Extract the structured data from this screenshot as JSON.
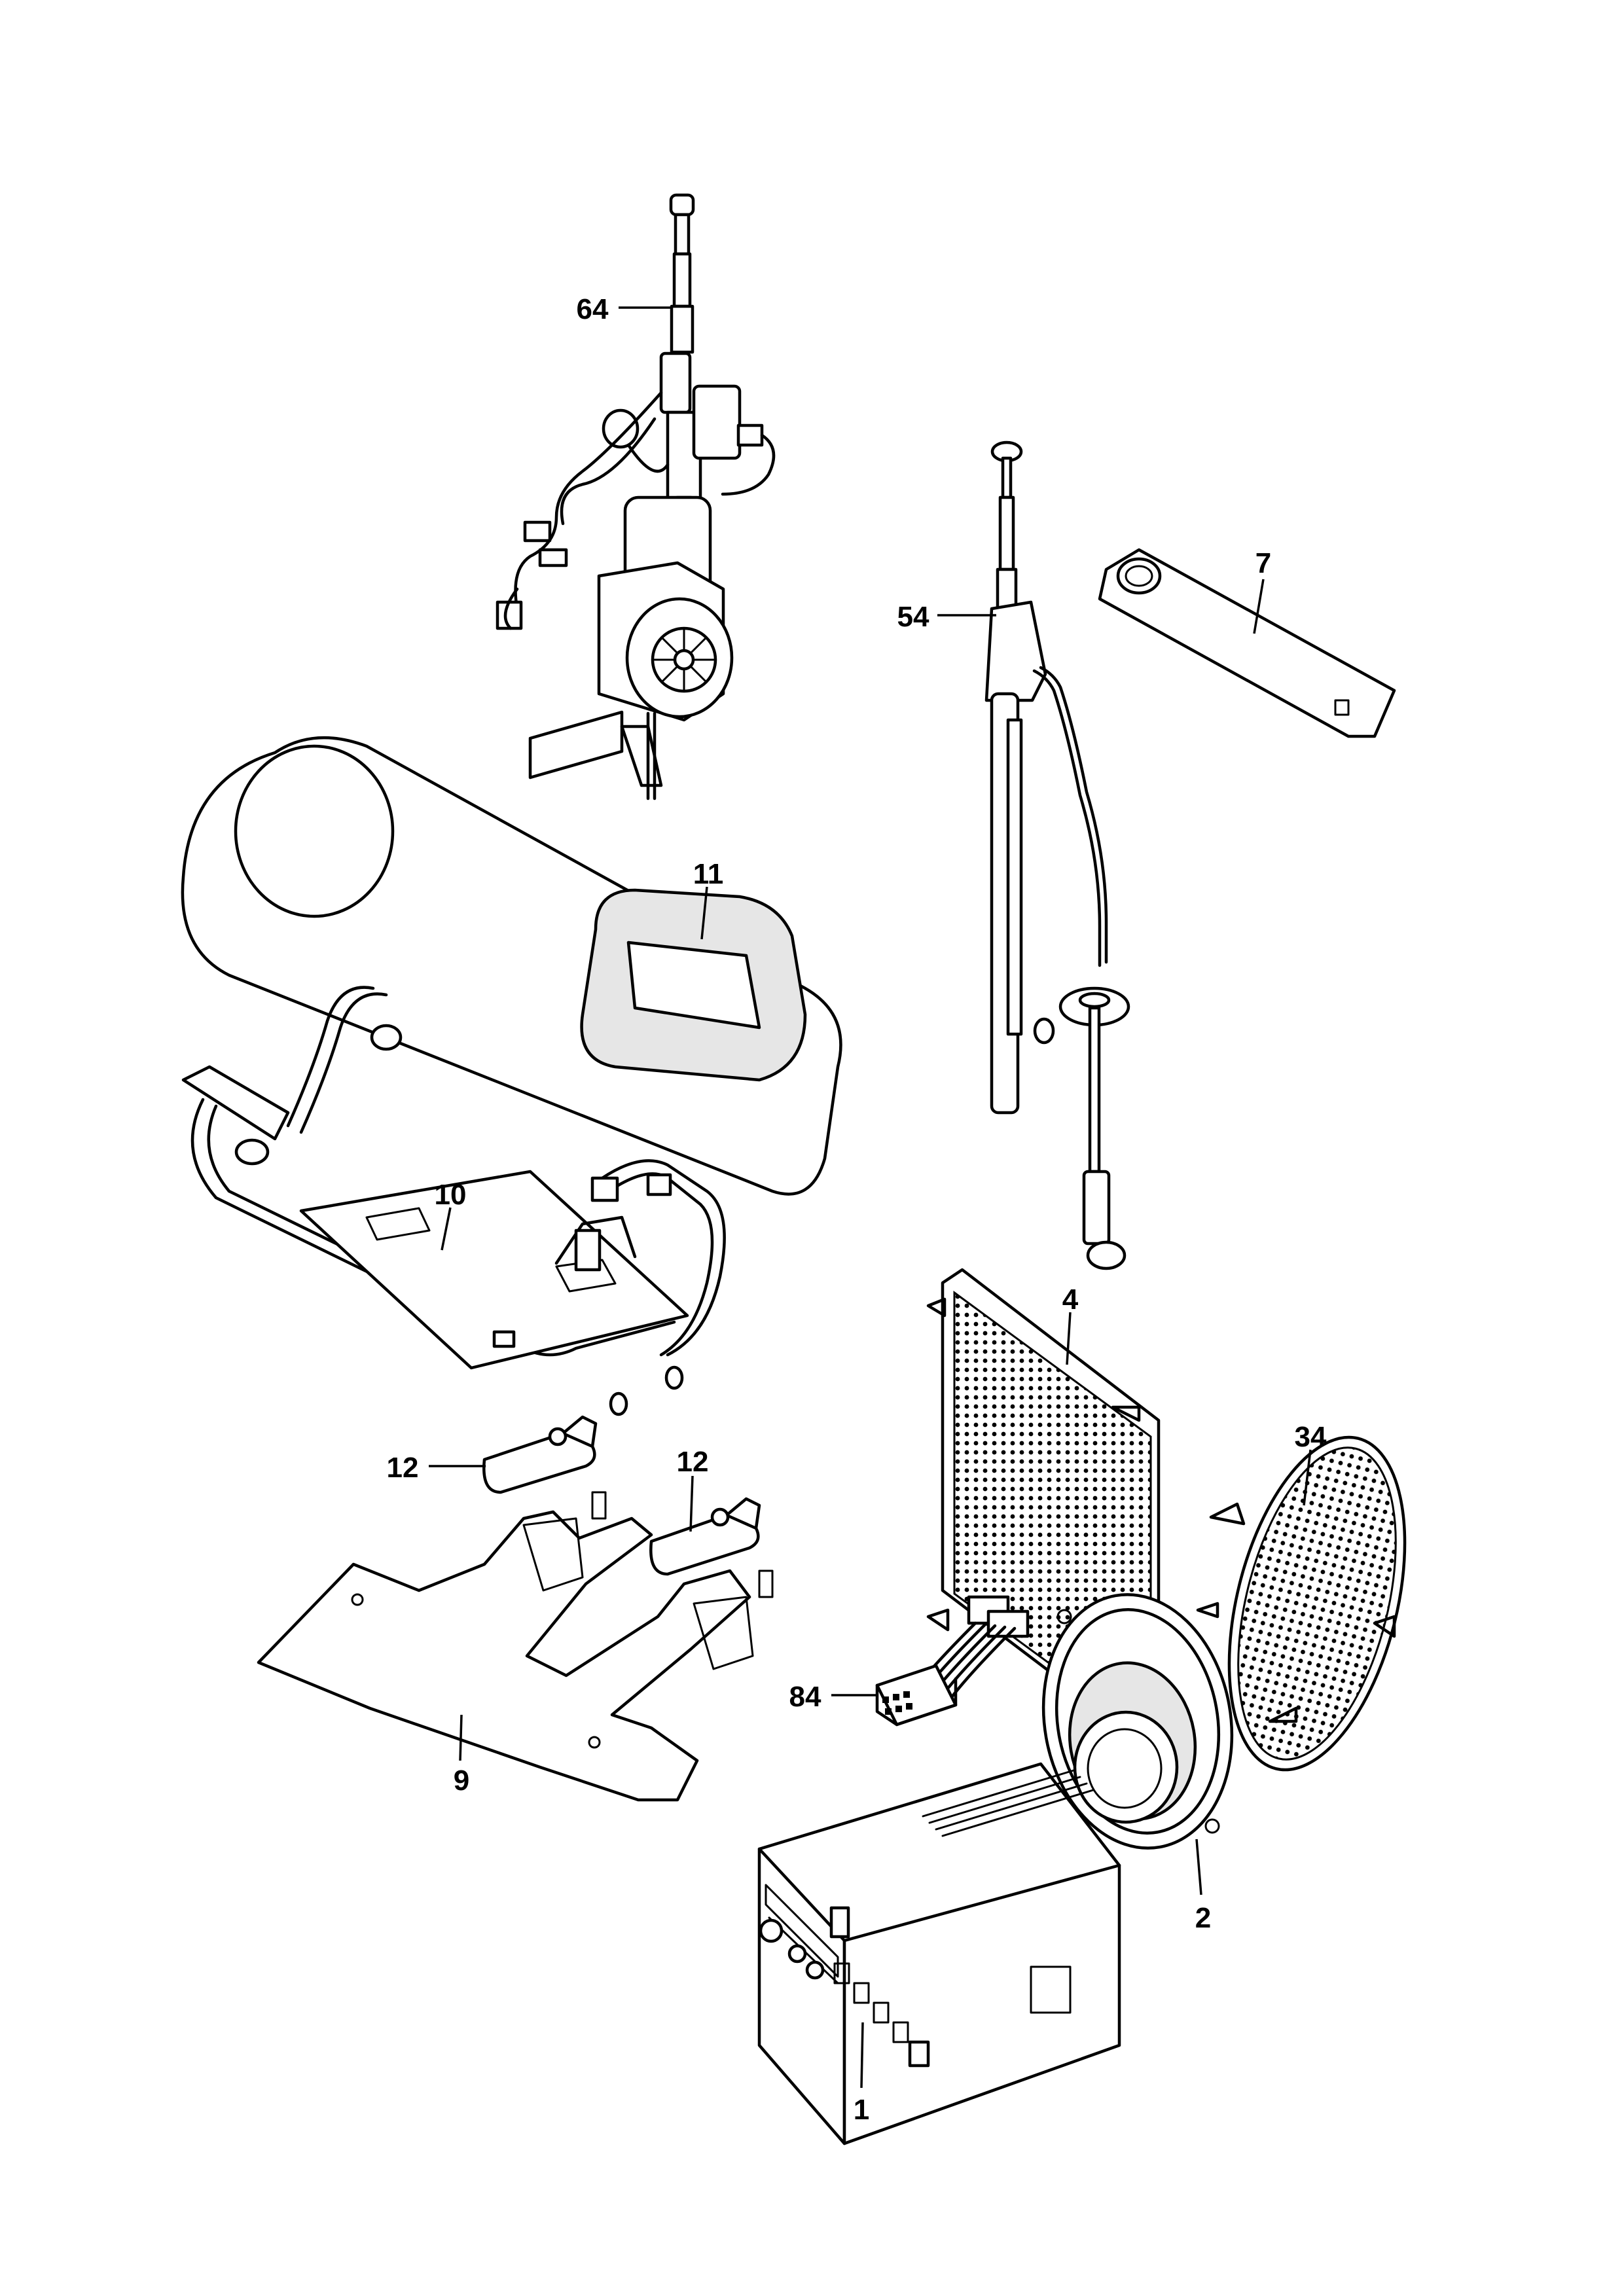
{
  "callouts": [
    {
      "id": "64",
      "label": "64"
    },
    {
      "id": "54",
      "label": "54"
    },
    {
      "id": "7",
      "label": "7"
    },
    {
      "id": "11",
      "label": "11"
    },
    {
      "id": "10",
      "label": "10"
    },
    {
      "id": "4",
      "label": "4"
    },
    {
      "id": "34",
      "label": "34"
    },
    {
      "id": "12a",
      "label": "12"
    },
    {
      "id": "12b",
      "label": "12"
    },
    {
      "id": "84",
      "label": "84"
    },
    {
      "id": "9",
      "label": "9"
    },
    {
      "id": "2",
      "label": "2"
    },
    {
      "id": "1",
      "label": "1"
    }
  ]
}
